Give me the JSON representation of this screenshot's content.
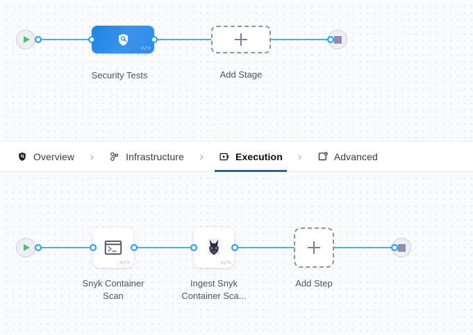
{
  "stage_graph": {
    "start_node": {
      "icon": "play-icon"
    },
    "end_node": {
      "icon": "stop-icon"
    },
    "stage": {
      "label": "Security Tests",
      "icon": "security-shield-scan-icon",
      "code_marker": "</>",
      "color": "#1d83e0"
    },
    "add_stage": {
      "label": "Add Stage",
      "icon": "plus-icon"
    }
  },
  "tabs": {
    "items": [
      {
        "id": "overview",
        "label": "Overview",
        "icon": "shield-icon",
        "active": false
      },
      {
        "id": "infrastructure",
        "label": "Infrastructure",
        "icon": "infrastructure-nodes-icon",
        "active": false
      },
      {
        "id": "execution",
        "label": "Execution",
        "icon": "execution-play-box-icon",
        "active": true
      },
      {
        "id": "advanced",
        "label": "Advanced",
        "icon": "advanced-card-gear-icon",
        "active": false
      }
    ],
    "separator_icon": "chevron-right-icon",
    "active_color": "#1863c4"
  },
  "step_graph": {
    "start_node": {
      "icon": "play-icon"
    },
    "end_node": {
      "icon": "stop-icon"
    },
    "steps": [
      {
        "label": "Snyk Container\nScan",
        "icon": "terminal-icon",
        "code_marker": "</>"
      },
      {
        "label": "Ingest Snyk\nContainer Sca...",
        "icon": "snyk-dog-icon",
        "code_marker": "</>"
      }
    ],
    "add_step": {
      "label": "Add Step",
      "icon": "plus-icon"
    }
  },
  "theme": {
    "canvas_bg": "#fafbfc",
    "link_color": "#42b0f5",
    "port_color": "#1f9bf0",
    "start_color": "#4dc16e",
    "stop_color": "#8e8fa4"
  }
}
